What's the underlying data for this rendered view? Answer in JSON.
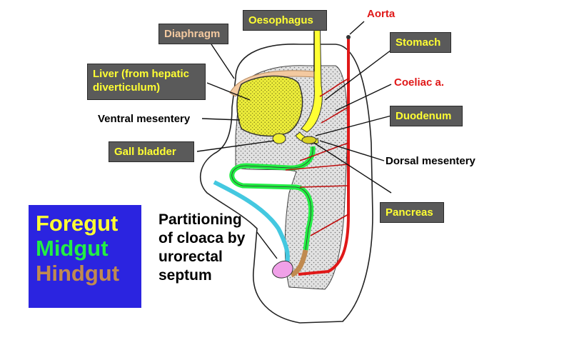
{
  "labels": {
    "diaphragm": "Diaphragm",
    "oesophagus": "Oesophagus",
    "aorta": "Aorta",
    "stomach": "Stomach",
    "liver_line1": "Liver (from hepatic",
    "liver_line2": "diverticulum)",
    "coeliac": "Coeliac a.",
    "ventral_mesentery": "Ventral mesentery",
    "duodenum": "Duodenum",
    "gall_bladder": "Gall bladder",
    "dorsal_mesentery": "Dorsal mesentery",
    "pancreas": "Pancreas"
  },
  "legend": {
    "foregut": "Foregut",
    "midgut": "Midgut",
    "hindgut": "Hindgut"
  },
  "partition_text": {
    "line1": "Partitioning",
    "line2": "of cloaca by",
    "line3": "urorectal",
    "line4": "septum"
  },
  "colors": {
    "foregut": "#ffff33",
    "midgut": "#22ee44",
    "hindgut": "#c08a50",
    "aorta": "#e01818",
    "legend_bg": "#2b24e0",
    "label_box": "#5a5a5a",
    "diaphragm": "#f3c9a0",
    "cloaca": "#f0a0e8",
    "allantois": "#44c8e0"
  }
}
